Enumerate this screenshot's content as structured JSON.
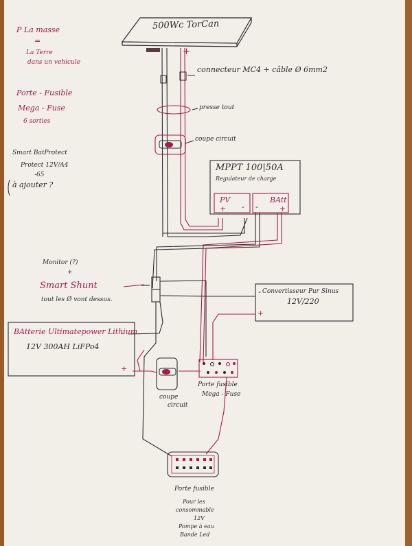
{
  "notes": {
    "ground_line1": "P La masse",
    "ground_eq": "=",
    "ground_line2": "La Terre",
    "ground_line3": "dans un vehicule",
    "fuse_note_1": "Porte - Fusible",
    "fuse_note_2": "Mega - Fuse",
    "fuse_note_3": "6 sorties",
    "smart_1": "Smart BatProtect",
    "smart_2": "Protect 12V/A4",
    "smart_3": "-65",
    "smart_4": "à ajouter ?"
  },
  "solar": {
    "label": "500Wc TorCan"
  },
  "mc4": {
    "label": "connecteur MC4 + câble Ø 6mm2"
  },
  "gland": {
    "label": "presse tout"
  },
  "breaker_top": {
    "label": "coupe circuit"
  },
  "mppt": {
    "title": "MPPT 100|50A",
    "subtitle": "Regulateur de charge",
    "pv": "PV",
    "batt": "BAtt",
    "plus": "+",
    "minus": "-"
  },
  "shunt": {
    "note": "Monitor (?)",
    "plus": "+",
    "label": "Smart Shunt",
    "sub": "tout les Ø vont dessus."
  },
  "converter": {
    "label": "Convertisseur Pur Sinus",
    "spec": "12V/220",
    "minus": "-",
    "plus": "+"
  },
  "battery": {
    "label": "BAtterie Ultimatepower Lithium",
    "spec": "12V 300AH LiFPo4",
    "minus": "-",
    "plus": "+"
  },
  "breaker_bottom": {
    "label_1": "coupe",
    "label_2": "circuit"
  },
  "megafuse": {
    "label_1": "Porte fusible",
    "label_2": "Mega - Fuse"
  },
  "fusebox": {
    "title": "Porte fusible",
    "desc_1": "Pour les",
    "desc_2": "consommable",
    "desc_3": "12V",
    "desc_4": "Pompe à eau",
    "desc_5": "Bande Led"
  },
  "colors": {
    "ink": "#2a2a2e",
    "red_ink": "#a51d4a",
    "paper": "#f1efe7",
    "wood": "#a0612c"
  }
}
